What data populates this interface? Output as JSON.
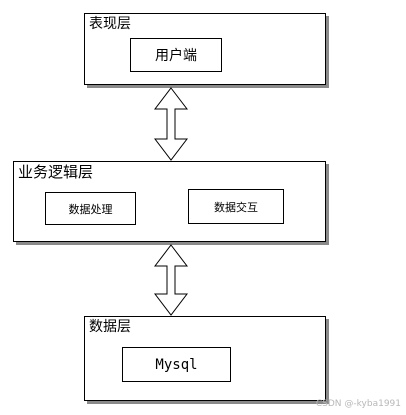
{
  "diagram": {
    "layers": [
      {
        "title": "表现层",
        "components": [
          "用户端"
        ]
      },
      {
        "title": "业务逻辑层",
        "components": [
          "数据处理",
          "数据交互"
        ]
      },
      {
        "title": "数据层",
        "components": [
          "Mysql"
        ]
      }
    ],
    "connectors": [
      {
        "from": "表现层",
        "to": "业务逻辑层",
        "style": "double-headed-hollow-arrow"
      },
      {
        "from": "业务逻辑层",
        "to": "数据层",
        "style": "double-headed-hollow-arrow"
      }
    ]
  },
  "watermark": "CSDN @-kyba1991"
}
